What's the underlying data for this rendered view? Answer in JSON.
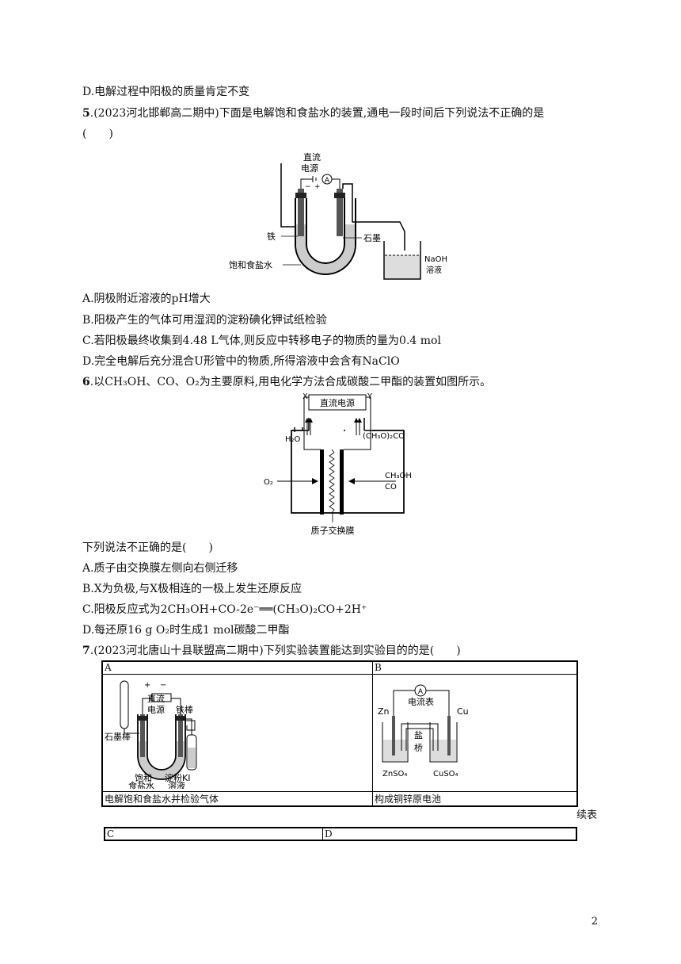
{
  "q4": {
    "optD": "D.电解过程中阳极的质量肯定不变"
  },
  "q5": {
    "num": "5",
    "stem": ".(2023河北邯郸高二期中)下面是电解饱和食盐水的装置,通电一段时间后下列说法不正确的是",
    "paren": "(　　)",
    "fig": {
      "power1": "直流",
      "power2": "电源",
      "ammeter": "A",
      "iron": "铁",
      "graphite": "石墨",
      "brine": "饱和食盐水",
      "naoh1": "NaOH",
      "naoh2": "溶液",
      "minus": "−",
      "plus": "+"
    },
    "optA": "A.阴极附近溶液的pH增大",
    "optB": "B.阳极产生的气体可用湿润的淀粉碘化钾试纸检验",
    "optC": "C.若阳极最终收集到4.48 L气体,则反应中转移电子的物质的量为0.4 mol",
    "optD": "D.完全电解后充分混合U形管中的物质,所得溶液中会含有NaClO"
  },
  "q6": {
    "num": "6",
    "stem": ".以CH₃OH、CO、O₂为主要原料,用电化学方法合成碳酸二甲酯的装置如图所示。",
    "fig": {
      "X": "X",
      "Y": "Y",
      "power": "直流电源",
      "h2o": "H₂O",
      "product": "(CH₃O)₂CO",
      "o2": "O₂",
      "ch3oh": "CH₃OH",
      "co": "CO",
      "membrane": "质子交换膜"
    },
    "ask": "下列说法不正确的是(　　)",
    "optA": "A.质子由交换膜左侧向右侧迁移",
    "optB": "B.X为负极,与X极相连的一极上发生还原反应",
    "optC": "C.阳极反应式为2CH₃OH+CO-2e⁻══(CH₃O)₂CO+2H⁺",
    "optD": "D.每还原16 g O₂时生成1 mol碳酸二甲酯"
  },
  "q7": {
    "num": "7",
    "stem": ".(2023河北唐山十县联盟高二期中)下列实验装置能达到实验目的的是(　　)",
    "headA": "A",
    "headB": "B",
    "figA": {
      "plus": "+",
      "minus": "−",
      "power1": "直流",
      "power2": "电源",
      "iron": "铁棒",
      "graphite": "石墨棒",
      "brine1": "饱和",
      "brine2": "食盐水",
      "ki1": "淀粉KI",
      "ki2": "溶液"
    },
    "figB": {
      "ammeter": "A",
      "meter": "电流表",
      "zn": "Zn",
      "cu": "Cu",
      "bridge1": "盐",
      "bridge2": "桥",
      "znso4": "ZnSO₄",
      "cuso4": "CuSO₄"
    },
    "captA": "电解饱和食盐水并检验气体",
    "captB": "构成铜锌原电池",
    "cont": "续表",
    "headC": "C",
    "headD": "D"
  },
  "page": "2"
}
